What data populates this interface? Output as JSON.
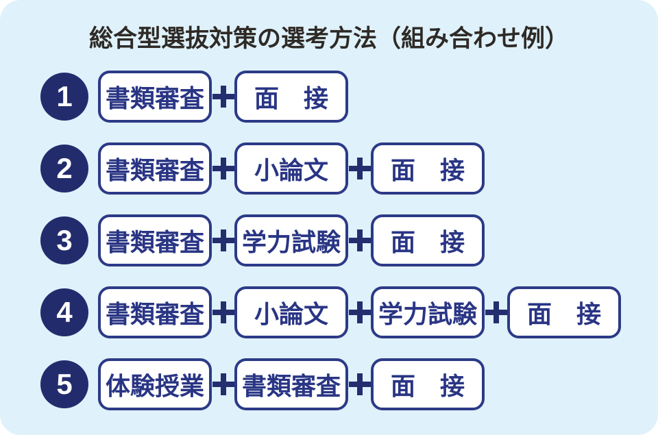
{
  "title": "総合型選抜対策の選考方法（組み合わせ例）",
  "icons": {
    "connector": "plus-icon"
  },
  "colors": {
    "page_background": "#ffffff",
    "panel_background": "#dff1fa",
    "circle_navy": "#222c6d",
    "box_border_navy": "#2c3a87",
    "box_text_navy": "#293584",
    "box_fill": "#ffffff",
    "plus_navy": "#232e6f",
    "number_text": "#ffffff",
    "title_text": "#2e2a26"
  },
  "rows": [
    {
      "number": "1",
      "steps": [
        "書類審査",
        "面　接"
      ]
    },
    {
      "number": "2",
      "steps": [
        "書類審査",
        "小論文",
        "面　接"
      ]
    },
    {
      "number": "3",
      "steps": [
        "書類審査",
        "学力試験",
        "面　接"
      ]
    },
    {
      "number": "4",
      "steps": [
        "書類審査",
        "小論文",
        "学力試験",
        "面　接"
      ]
    },
    {
      "number": "5",
      "steps": [
        "体験授業",
        "書類審査",
        "面　接"
      ]
    }
  ]
}
